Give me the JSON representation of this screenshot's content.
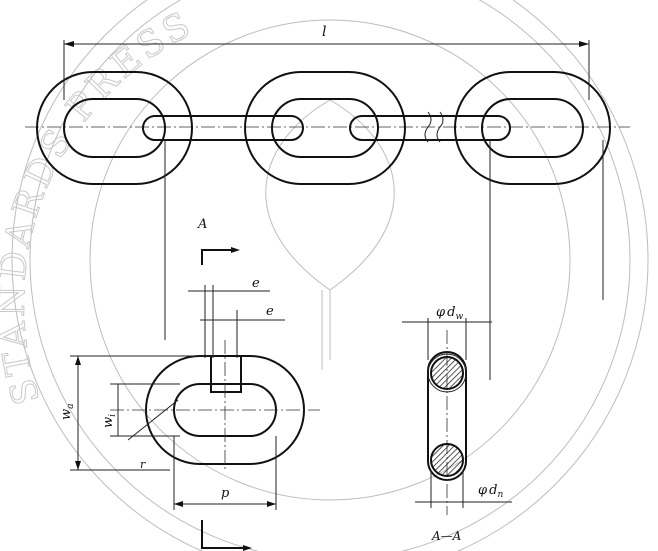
{
  "watermark": {
    "text": "STANDARDS PRESS OF"
  },
  "dimensions": {
    "overall_length": "l",
    "section_marker": "A",
    "weld_offset_top": "e",
    "weld_offset_bottom": "e",
    "outer_width": "w",
    "outer_width_sub": "a",
    "inner_width": "w",
    "inner_width_sub": "i",
    "radius_label": "r",
    "pitch": "p",
    "weld_diameter_prefix": "φ",
    "weld_diameter": "d",
    "weld_diameter_sub": "w",
    "material_diameter_prefix": "φ",
    "material_diameter": "d",
    "material_diameter_sub": "n",
    "section_title": "A—A"
  }
}
